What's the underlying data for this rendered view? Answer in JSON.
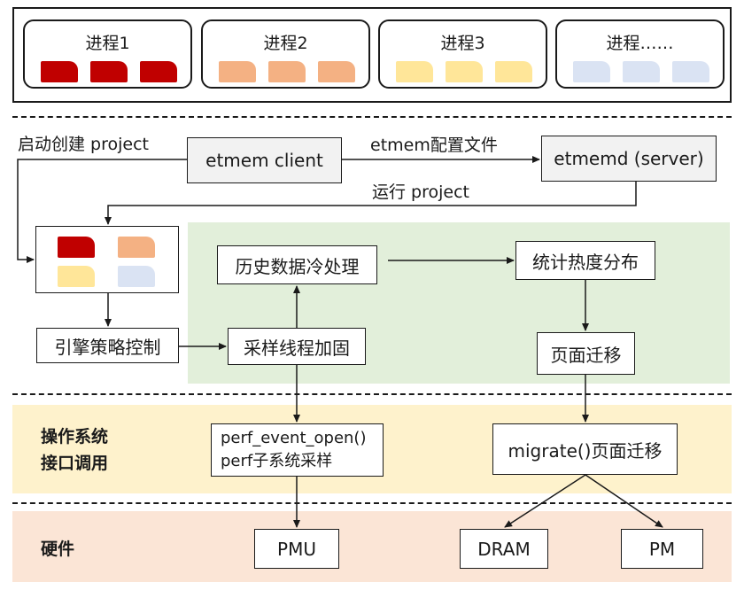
{
  "processes": [
    {
      "label": "进程1",
      "color": "#c00000"
    },
    {
      "label": "进程2",
      "color": "#f4b183"
    },
    {
      "label": "进程3",
      "color": "#ffe699"
    },
    {
      "label": "进程……",
      "color": "#dae3f3"
    }
  ],
  "client": {
    "label": "etmem client",
    "start_project": "启动创建 project",
    "config_file": "etmem配置文件"
  },
  "server": {
    "label": "etmemd (server)",
    "run_project": "运行 project"
  },
  "engine": {
    "mini_colors": [
      "#c00000",
      "#f4b183",
      "#ffe699",
      "#dae3f3"
    ],
    "policy": "引擎策略控制",
    "sampling": "采样线程加固",
    "history": "历史数据冷处理",
    "stats": "统计热度分布",
    "migrate": "页面迁移"
  },
  "os": {
    "section": "操作系统\n接口调用",
    "perf_line1": "perf_event_open()",
    "perf_line2": "perf子系统采样",
    "migrate_call": "migrate()页面迁移"
  },
  "hardware": {
    "section": "硬件",
    "pmu": "PMU",
    "dram": "DRAM",
    "pm": "PM"
  },
  "colors": {
    "green_zone": "#e2efda",
    "yellow_zone": "#fef2cc",
    "pink_zone": "#fbe5d6"
  }
}
